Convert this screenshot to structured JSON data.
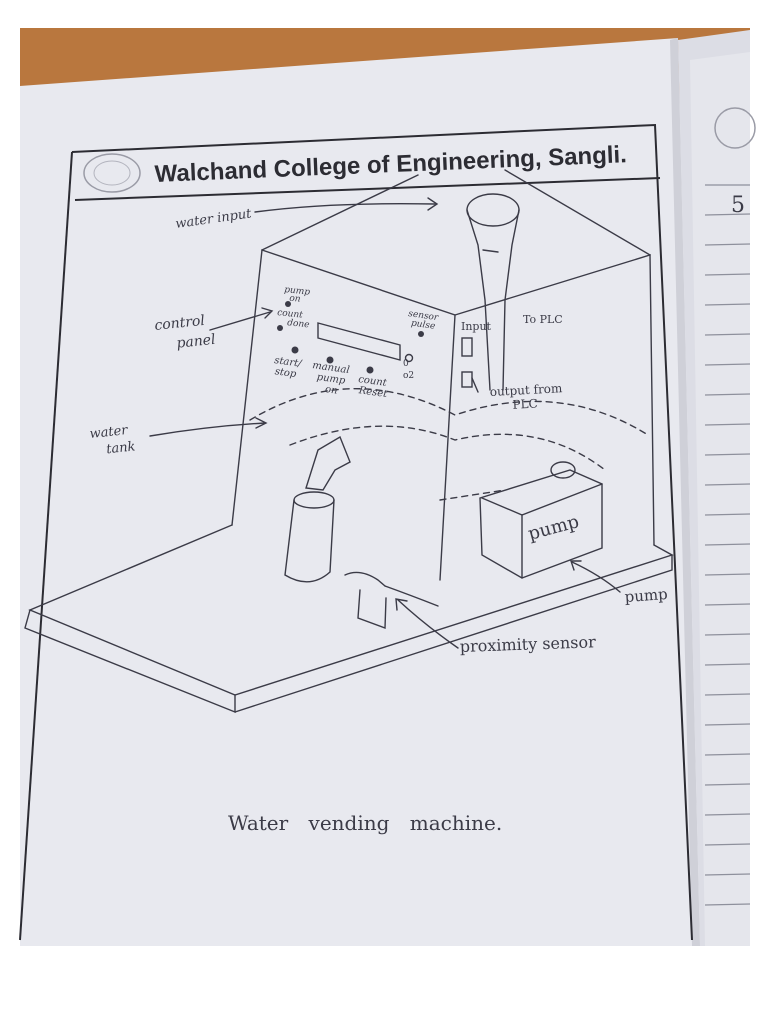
{
  "header": {
    "college_name": "Walchand College of Engineering, Sangli."
  },
  "next_page": {
    "corner_text": "5"
  },
  "diagram": {
    "labels": {
      "water_input": "water input",
      "control_panel": "control\npanel",
      "water_tank": "water\ntank",
      "pump_label": "pump",
      "pump_box": "pump",
      "proximity_sensor": "proximity sensor",
      "input_to_plc": "Input",
      "to_plc": "To PLC",
      "output_from_plc": "output from\nPLC"
    },
    "panel_labels": {
      "pump_on": "pump\non",
      "count_done": "count\ndone",
      "sensor_pulse": "sensor\npulse",
      "start_stop": "start/\nstop",
      "manual_pump_on": "manual\npump\non",
      "count_reset": "count\nReset",
      "zero": "0",
      "o2": "o2"
    },
    "caption": "Water vending machine."
  },
  "colors": {
    "paper": "#e8e9ef",
    "paper_shadow": "#cfd0d8",
    "table": "#b9773e",
    "ink": "#3b3b47",
    "ruled_line": "#8e909c"
  }
}
